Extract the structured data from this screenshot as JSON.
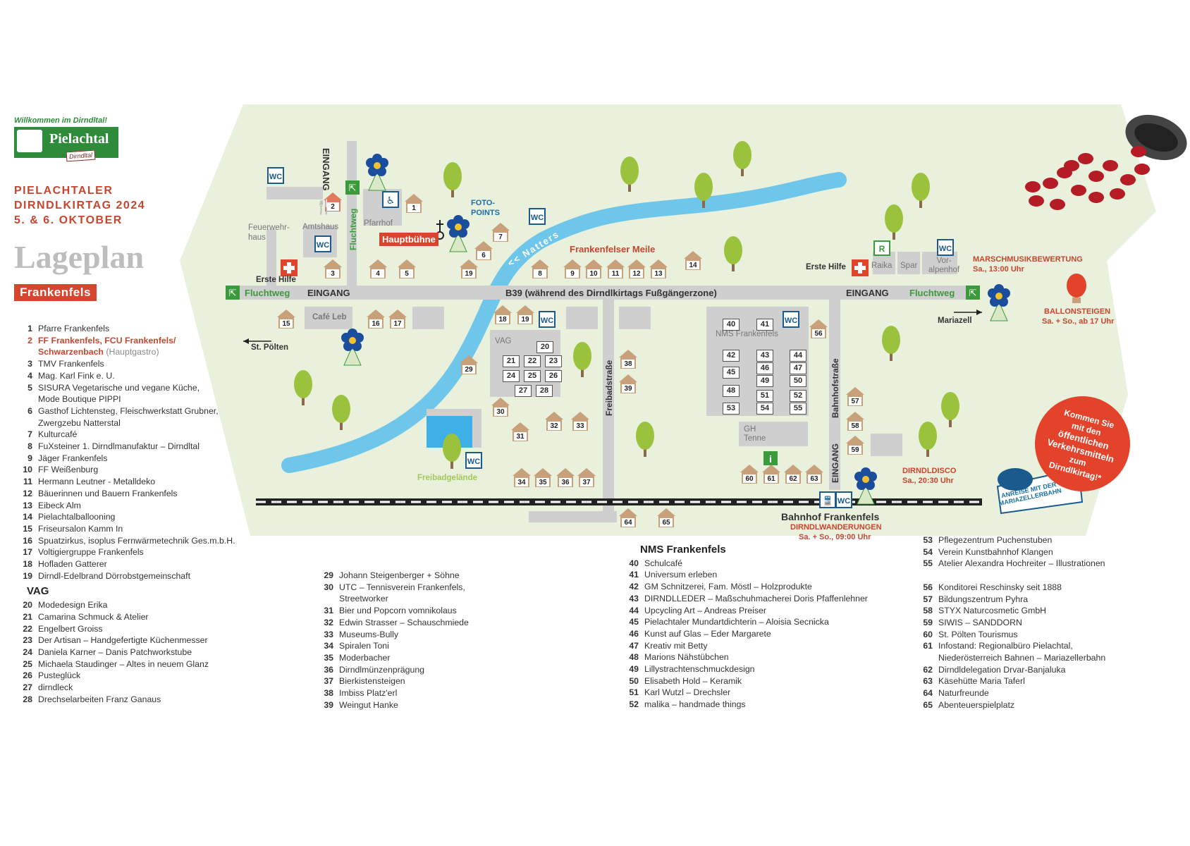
{
  "header": {
    "welcome": "Willkommen im Dirndltal!",
    "brand": "Pielachtal",
    "brand_sub": "Dirndltal",
    "event_line1": "PIELACHTALER",
    "event_line2": "DIRNDLKIRTAG 2024",
    "event_line3": "5. & 6. OKTOBER",
    "title": "Lageplan",
    "place": "Frankenfels"
  },
  "map": {
    "road_main": "B39 (während des Dirndlkirtags Fußgängerzone)",
    "entrance": "EINGANG",
    "escape": "Fluchtweg",
    "first_aid": "Erste Hilfe",
    "fire_station": "Feuerwehr-\nhaus",
    "town_hall": "Amtshaus",
    "parish": "Pfarrhof",
    "main_stage": "Hauptbühne",
    "foto_points": "FOTO-\nPOINTS",
    "river": "<< Natters",
    "meile": "Frankenfelser Meile",
    "cafe": "Café Leb",
    "st_poelten": "St. Pölten",
    "vag": "VAG",
    "freibadstrasse": "Freibadstraße",
    "bahnhofstrasse": "Bahnhofstraße",
    "nms": "NMS Frankenfels",
    "gh_tenne": "GH\nTenne",
    "freibad": "Freibadgelände",
    "raika": "Raika",
    "spar": "Spar",
    "voralpenhof": "Vor-\nalpenhof",
    "mariazell": "Mariazell",
    "marsch": "MARSCHMUSIKBEWERTUNG",
    "marsch_time": "Sa., 13:00 Uhr",
    "ballon": "BALLONSTEIGEN",
    "ballon_time": "Sa. + So., ab 17 Uhr",
    "disco": "DIRNDLDISCO",
    "disco_time": "Sa., 20:30 Uhr",
    "bahnhof": "Bahnhof Frankenfels",
    "wanderungen": "DIRNDLWANDERUNGEN",
    "wanderungen_time": "Sa. + So., 09:00 Uhr",
    "bubble": [
      "Kommen Sie",
      "mit den",
      "öffentlichen",
      "Verkehrsmitteln",
      "zum",
      "Dirndlkirtag!*"
    ],
    "badge_train": "ANREISE MIT DER\nMARIAZELLERBAHN"
  },
  "legend_col1": [
    {
      "n": "1",
      "t": "Pfarre Frankenfels"
    },
    {
      "n": "2",
      "t": "FF Frankenfels, FCU Frankenfels/",
      "hi": true
    },
    {
      "n": "",
      "t": "Schwarzenbach",
      "hi": true,
      "sub": "(Hauptgastro)"
    },
    {
      "n": "3",
      "t": "TMV Frankenfels"
    },
    {
      "n": "4",
      "t": "Mag. Karl Fink e. U."
    },
    {
      "n": "5",
      "t": "SISURA Vegetarische und vegane Küche,"
    },
    {
      "n": "",
      "t": "Mode Boutique PIPPI"
    },
    {
      "n": "6",
      "t": "Gasthof Lichtensteg, Fleischwerkstatt Grubner,"
    },
    {
      "n": "",
      "t": "Zwergzebu Natterstal"
    },
    {
      "n": "7",
      "t": "Kulturcafé"
    },
    {
      "n": "8",
      "t": "FuXsteiner 1. Dirndlmanufaktur – Dirndltal"
    },
    {
      "n": "9",
      "t": "Jäger Frankenfels"
    },
    {
      "n": "10",
      "t": "FF Weißenburg"
    },
    {
      "n": "11",
      "t": "Hermann Leutner - Metalldeko"
    },
    {
      "n": "12",
      "t": "Bäuerinnen und Bauern Frankenfels"
    },
    {
      "n": "13",
      "t": "Eibeck Alm"
    },
    {
      "n": "14",
      "t": "Pielachtalballooning"
    },
    {
      "n": "15",
      "t": "Friseursalon Kamm In"
    },
    {
      "n": "16",
      "t": "Spuatzirkus, isoplus Fernwärmetechnik Ges.m.b.H."
    },
    {
      "n": "17",
      "t": "Voltigiergruppe Frankenfels"
    },
    {
      "n": "18",
      "t": "Hofladen Gatterer"
    },
    {
      "n": "19",
      "t": "Dirndl-Edelbrand Dörrobstgemeinschaft"
    }
  ],
  "legend_vag_head": "VAG",
  "legend_vag": [
    {
      "n": "20",
      "t": "Modedesign Erika"
    },
    {
      "n": "21",
      "t": "Camarina Schmuck & Atelier"
    },
    {
      "n": "22",
      "t": "Engelbert Groiss"
    },
    {
      "n": "23",
      "t": "Der Artisan – Handgefertigte Küchenmesser"
    },
    {
      "n": "24",
      "t": "Daniela Karner – Danis Patchworkstube"
    },
    {
      "n": "25",
      "t": "Michaela Staudinger – Altes in neuem Glanz"
    },
    {
      "n": "26",
      "t": "Pusteglück"
    },
    {
      "n": "27",
      "t": "dirndleck"
    },
    {
      "n": "28",
      "t": "Drechselarbeiten Franz Ganaus"
    }
  ],
  "legend_col2": [
    {
      "n": "29",
      "t": "Johann Steigenberger + Söhne"
    },
    {
      "n": "30",
      "t": "UTC – Tennisverein Frankenfels,"
    },
    {
      "n": "",
      "t": "Streetworker"
    },
    {
      "n": "31",
      "t": "Bier und Popcorn vomnikolaus"
    },
    {
      "n": "32",
      "t": "Edwin Strasser – Schauschmiede"
    },
    {
      "n": "33",
      "t": "Museums-Bully"
    },
    {
      "n": "34",
      "t": "Spiralen Toni"
    },
    {
      "n": "35",
      "t": "Moderbacher"
    },
    {
      "n": "36",
      "t": "Dirndlmünzenprägung"
    },
    {
      "n": "37",
      "t": "Bierkistensteigen"
    },
    {
      "n": "38",
      "t": "Imbiss Platz'erl"
    },
    {
      "n": "39",
      "t": "Weingut Hanke"
    }
  ],
  "legend_nms_head": "NMS Frankenfels",
  "legend_col3": [
    {
      "n": "40",
      "t": "Schulcafé"
    },
    {
      "n": "41",
      "t": "Universum erleben"
    },
    {
      "n": "42",
      "t": "GM Schnitzerei, Fam. Möstl – Holzprodukte"
    },
    {
      "n": "43",
      "t": "DIRNDLLEDER – Maßschuhmacherei Doris Pfaffenlehner"
    },
    {
      "n": "44",
      "t": "Upcycling Art – Andreas Preiser"
    },
    {
      "n": "45",
      "t": "Pielachtaler Mundartdichterin – Aloisia Secnicka"
    },
    {
      "n": "46",
      "t": "Kunst auf Glas – Eder Margarete"
    },
    {
      "n": "47",
      "t": "Kreativ mit Betty"
    },
    {
      "n": "48",
      "t": "Marions Nähstübchen"
    },
    {
      "n": "49",
      "t": "Lillystrachtenschmuckdesign"
    },
    {
      "n": "50",
      "t": "Elisabeth Hold – Keramik"
    },
    {
      "n": "51",
      "t": "Karl Wutzl – Drechsler"
    },
    {
      "n": "52",
      "t": "malika – handmade things"
    }
  ],
  "legend_col4a": [
    {
      "n": "53",
      "t": "Pflegezentrum Puchenstuben"
    },
    {
      "n": "54",
      "t": "Verein Kunstbahnhof Klangen"
    },
    {
      "n": "55",
      "t": "Atelier Alexandra Hochreiter – Illustrationen"
    }
  ],
  "legend_col4b": [
    {
      "n": "56",
      "t": "Konditorei Reschinsky seit 1888"
    },
    {
      "n": "57",
      "t": "Bildungszentrum Pyhra"
    },
    {
      "n": "58",
      "t": "STYX Naturcosmetic GmbH"
    },
    {
      "n": "59",
      "t": "SIWIS – SANDDORN"
    },
    {
      "n": "60",
      "t": "St. Pölten Tourismus"
    },
    {
      "n": "61",
      "t": "Infostand: Regionalbüro Pielachtal,"
    },
    {
      "n": "",
      "t": "Niederösterreich Bahnen – Mariazellerbahn"
    },
    {
      "n": "62",
      "t": "Dirndldelegation Drvar-Banjaluka"
    },
    {
      "n": "63",
      "t": "Käsehütte Maria Taferl"
    },
    {
      "n": "64",
      "t": "Naturfreunde"
    },
    {
      "n": "65",
      "t": "Abenteuerspielplatz"
    }
  ],
  "colors": {
    "map_bg": "#e9f0dc",
    "road": "#cfcfcf",
    "river": "#6ec6ea",
    "accent": "#d6462e",
    "green": "#3b9a3b",
    "tree": "#9bc23c",
    "hut": "#c8a07a"
  }
}
